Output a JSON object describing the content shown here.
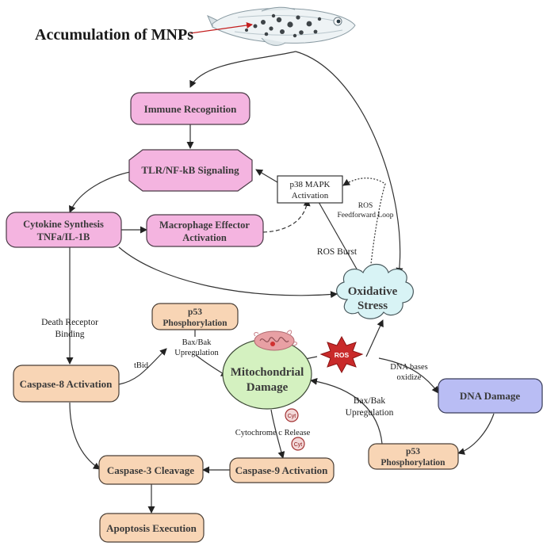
{
  "title": "Accumulation of MNPs",
  "nodes": {
    "immune_recognition": "Immune Recognition",
    "tlr_nfkb": "TLR/NF-kB Signaling",
    "p38_line1": "p38 MAPK",
    "p38_line2": "Activation",
    "cytokine_line1": "Cytokine Synthesis",
    "cytokine_line2": "TNFa/IL-1B",
    "macrophage_line1": "Macrophage Effector",
    "macrophage_line2": "Activation",
    "oxidative_line1": "Oxidative",
    "oxidative_line2": "Stress",
    "p53_top_line1": "p53",
    "p53_top_line2": "Phosphorylation",
    "mito_line1": "Mitochondrial",
    "mito_line2": "Damage",
    "caspase8": "Caspase-8 Activation",
    "dna_damage": "DNA Damage",
    "p53_bottom_line1": "p53",
    "p53_bottom_line2": "Phosphorylation",
    "caspase3": "Caspase-3 Cleavage",
    "caspase9": "Caspase-9 Activation",
    "apoptosis": "Apoptosis Execution"
  },
  "edge_labels": {
    "ros_loop_line1": "ROS",
    "ros_loop_line2": "Feedforward Loop",
    "ros_burst": "ROS Burst",
    "death_receptor_line1": "Death Receptor",
    "death_receptor_line2": "Binding",
    "tbid": "tBid",
    "baxbak_top_line1": "Bax/Bak",
    "baxbak_top_line2": "Upregulation",
    "dna_bases_line1": "DNA bases",
    "dna_bases_line2": "oxidize",
    "baxbak_bottom_line1": "Bax/Bak",
    "baxbak_bottom_line2": "Upregulation",
    "cytochrome": "Cytochrome c Release"
  },
  "badges": {
    "ros": "ROS",
    "cyt": "Cyt"
  },
  "colors": {
    "pink_fill": "#f4b4e0",
    "pink_stroke": "#4a3a46",
    "peach_fill": "#f8d5b5",
    "peach_stroke": "#4a3f36",
    "green_fill": "#d4f1c0",
    "cloud_fill": "#d8f3f5",
    "blue_fill": "#b9bdf4",
    "ros_red": "#c92a2a",
    "arrow_red": "#c41e1e"
  }
}
